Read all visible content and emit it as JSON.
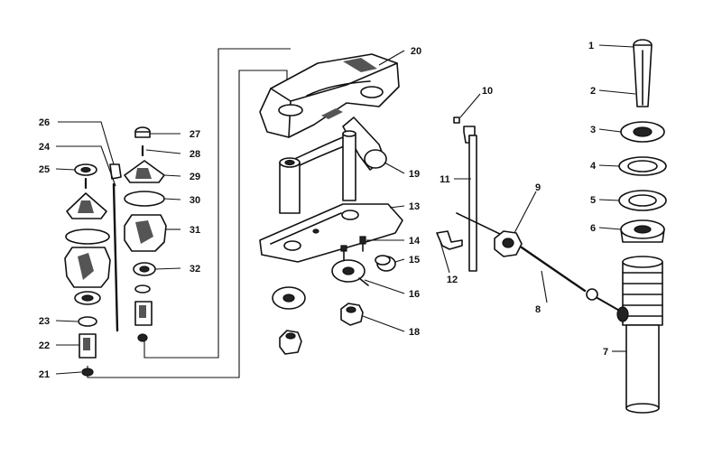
{
  "callouts": [
    {
      "id": "c1",
      "text": "1"
    },
    {
      "id": "c2",
      "text": "2"
    },
    {
      "id": "c3",
      "text": "3"
    },
    {
      "id": "c4",
      "text": "4"
    },
    {
      "id": "c5",
      "text": "5"
    },
    {
      "id": "c6",
      "text": "6"
    },
    {
      "id": "c7",
      "text": "7"
    },
    {
      "id": "c8",
      "text": "8"
    },
    {
      "id": "c9",
      "text": "9"
    },
    {
      "id": "c10",
      "text": "10"
    },
    {
      "id": "c11",
      "text": "11"
    },
    {
      "id": "c12",
      "text": "12"
    },
    {
      "id": "c13",
      "text": "13"
    },
    {
      "id": "c14",
      "text": "14"
    },
    {
      "id": "c15",
      "text": "15"
    },
    {
      "id": "c16",
      "text": "16"
    },
    {
      "id": "c18",
      "text": "18"
    },
    {
      "id": "c19",
      "text": "19"
    },
    {
      "id": "c20",
      "text": "20"
    },
    {
      "id": "c21",
      "text": "21"
    },
    {
      "id": "c22",
      "text": "22"
    },
    {
      "id": "c23",
      "text": "23"
    },
    {
      "id": "c24",
      "text": "24"
    },
    {
      "id": "c25",
      "text": "25"
    },
    {
      "id": "c26",
      "text": "26"
    },
    {
      "id": "c27",
      "text": "27"
    },
    {
      "id": "c28",
      "text": "28"
    },
    {
      "id": "c29",
      "text": "29"
    },
    {
      "id": "c30",
      "text": "30"
    },
    {
      "id": "c31",
      "text": "31"
    },
    {
      "id": "c32",
      "text": "32"
    }
  ]
}
